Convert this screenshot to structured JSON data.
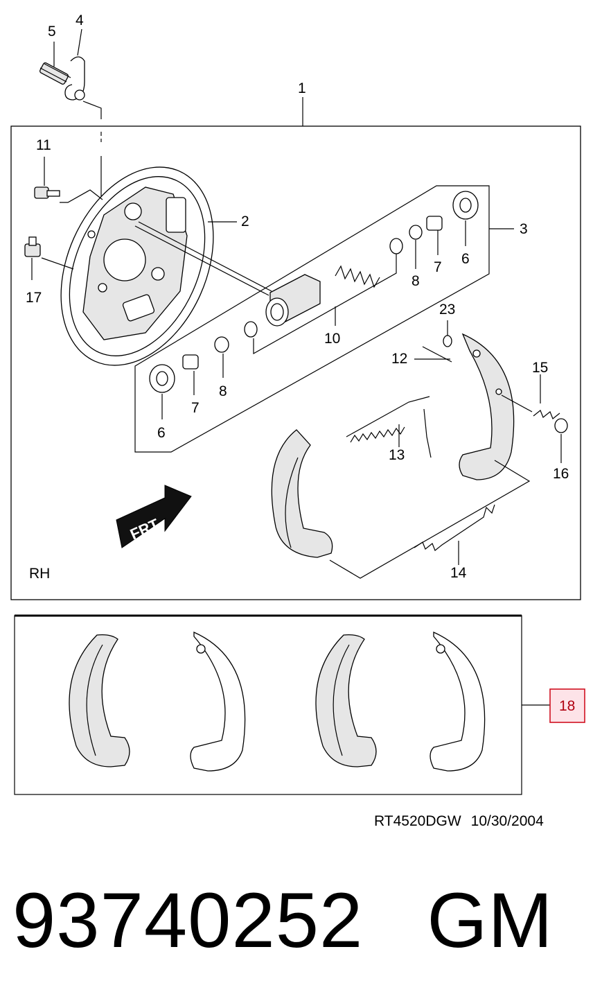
{
  "callouts": {
    "c1": "1",
    "c2": "2",
    "c3": "3",
    "c4": "4",
    "c5": "5",
    "c6a": "6",
    "c6b": "6",
    "c7a": "7",
    "c7b": "7",
    "c8a": "8",
    "c8b": "8",
    "c10": "10",
    "c11": "11",
    "c12": "12",
    "c13": "13",
    "c14": "14",
    "c15": "15",
    "c16": "16",
    "c17": "17",
    "c18": "18",
    "c23": "23"
  },
  "side_label": "RH",
  "direction_label": "FRT",
  "doc_code": "RT4520DGW",
  "doc_date": "10/30/2004",
  "part_number": "93740252",
  "brand": "GM",
  "colors": {
    "highlight_box": "#d01020",
    "highlight_fill": "#fde3e8"
  }
}
